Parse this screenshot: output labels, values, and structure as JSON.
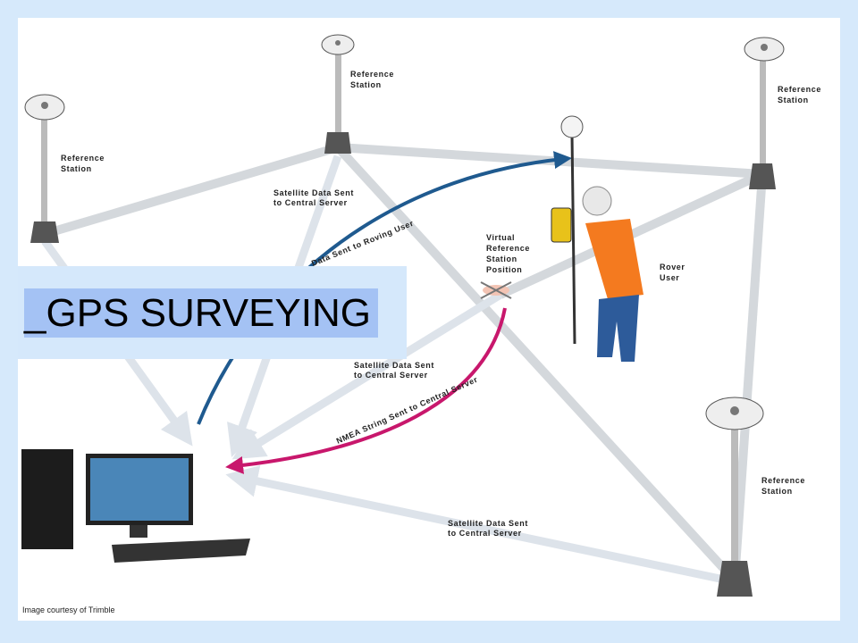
{
  "slide": {
    "title": "_GPS SURVEYING",
    "credit": "Image courtesy of Trimble"
  },
  "diagram": {
    "labels": {
      "reference_station": [
        "Reference",
        "Station"
      ],
      "rover_user": [
        "Rover",
        "User"
      ],
      "virtual_reference": [
        "Virtual",
        "Reference",
        "Station",
        "Position"
      ],
      "satellite_data": [
        "Satellite Data Sent",
        "to Central Server"
      ],
      "data_to_rover": "Data Sent to Roving User",
      "nmea": "NMEA String Sent to Central Server"
    },
    "colors": {
      "background": "#d6e9fb",
      "title_box": "#d5e8fb",
      "title_highlight": "#a4c2f4",
      "blue_arrow": "#1f5a8f",
      "magenta_arrow": "#c8176c",
      "link_gray": "#d4d8dc"
    }
  }
}
